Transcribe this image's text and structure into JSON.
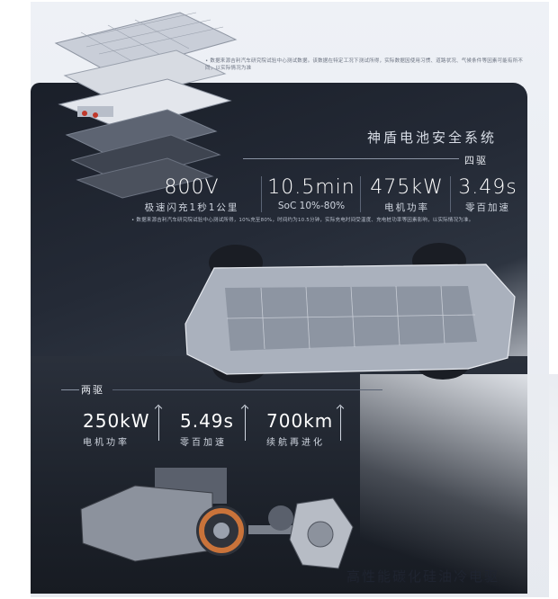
{
  "note_top": "• 数据来源吉利汽车研究院试验中心测试数据。该数据在特定工况下测试所得，实际数据因使用习惯、道路状况、气候条件等因素可能有所不同，以实际情况为准",
  "system_title": "神盾电池安全系统",
  "section_siqu": "四驱",
  "stats_4wd": [
    {
      "value": "800V",
      "label": "极速闪充1秒1公里"
    },
    {
      "value": "10.5min",
      "label": "SoC 10%-80%"
    },
    {
      "value": "475kW",
      "label": "电机功率"
    },
    {
      "value": "3.49s",
      "label": "零百加速"
    }
  ],
  "note_mid": "• 数据来源吉利汽车研究院试验中心测试所得，10%充至80%，时间约为10.5分钟，实际充电时间受温度、充电桩功率等因素影响，以实际情况为准。",
  "section_liangqu": "两驱",
  "stats_2wd": [
    {
      "value": "250kW",
      "label": "电机功率"
    },
    {
      "value": "5.49s",
      "label": "零百加速"
    },
    {
      "value": "700km",
      "label": "续航再进化"
    }
  ],
  "footer_title": "高性能碳化硅油冷电驱",
  "colors": {
    "dark_bg": "#1f2430",
    "light_bg": "#eef1f6",
    "accent_copper": "#c9733a"
  }
}
